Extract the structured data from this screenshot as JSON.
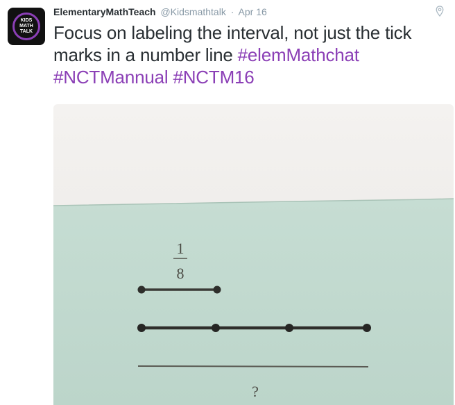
{
  "tweet": {
    "avatar_lines": [
      "KIDS",
      "MATH",
      "TALK"
    ],
    "author_name": "ElementaryMathTeach",
    "handle": "@Kidsmathtalk",
    "separator": "·",
    "timestamp": "Apr 16",
    "text_plain": "Focus on labeling the interval, not just the tick marks in a number line",
    "hashtags": [
      "#elemMathchat",
      "#NCTMannual",
      "#NCTM16"
    ],
    "geo_icon": "location-pin-icon"
  },
  "media": {
    "fraction_numerator": "1",
    "fraction_denominator": "8",
    "question_mark": "?"
  },
  "colors": {
    "hashtag": "#8b3fb6",
    "text": "#292f33",
    "meta": "#8899a6",
    "paper_green": "#c4dcd2",
    "wall": "#f4f2f0"
  }
}
